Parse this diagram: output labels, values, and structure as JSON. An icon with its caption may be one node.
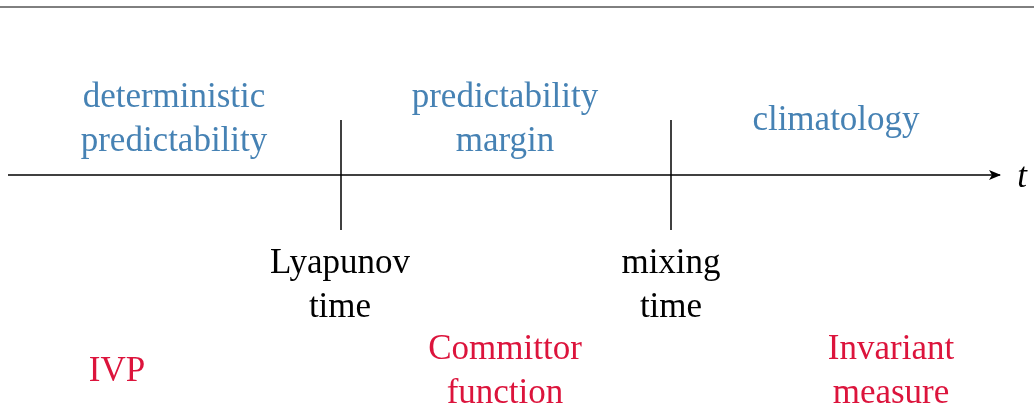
{
  "diagram": {
    "labels": [
      "deterministic predictability",
      "predictability margin",
      "climatology",
      "t",
      "Lyapunov time",
      "mixing time",
      "IVP",
      "Committor function",
      "Invariant measure"
    ]
  }
}
